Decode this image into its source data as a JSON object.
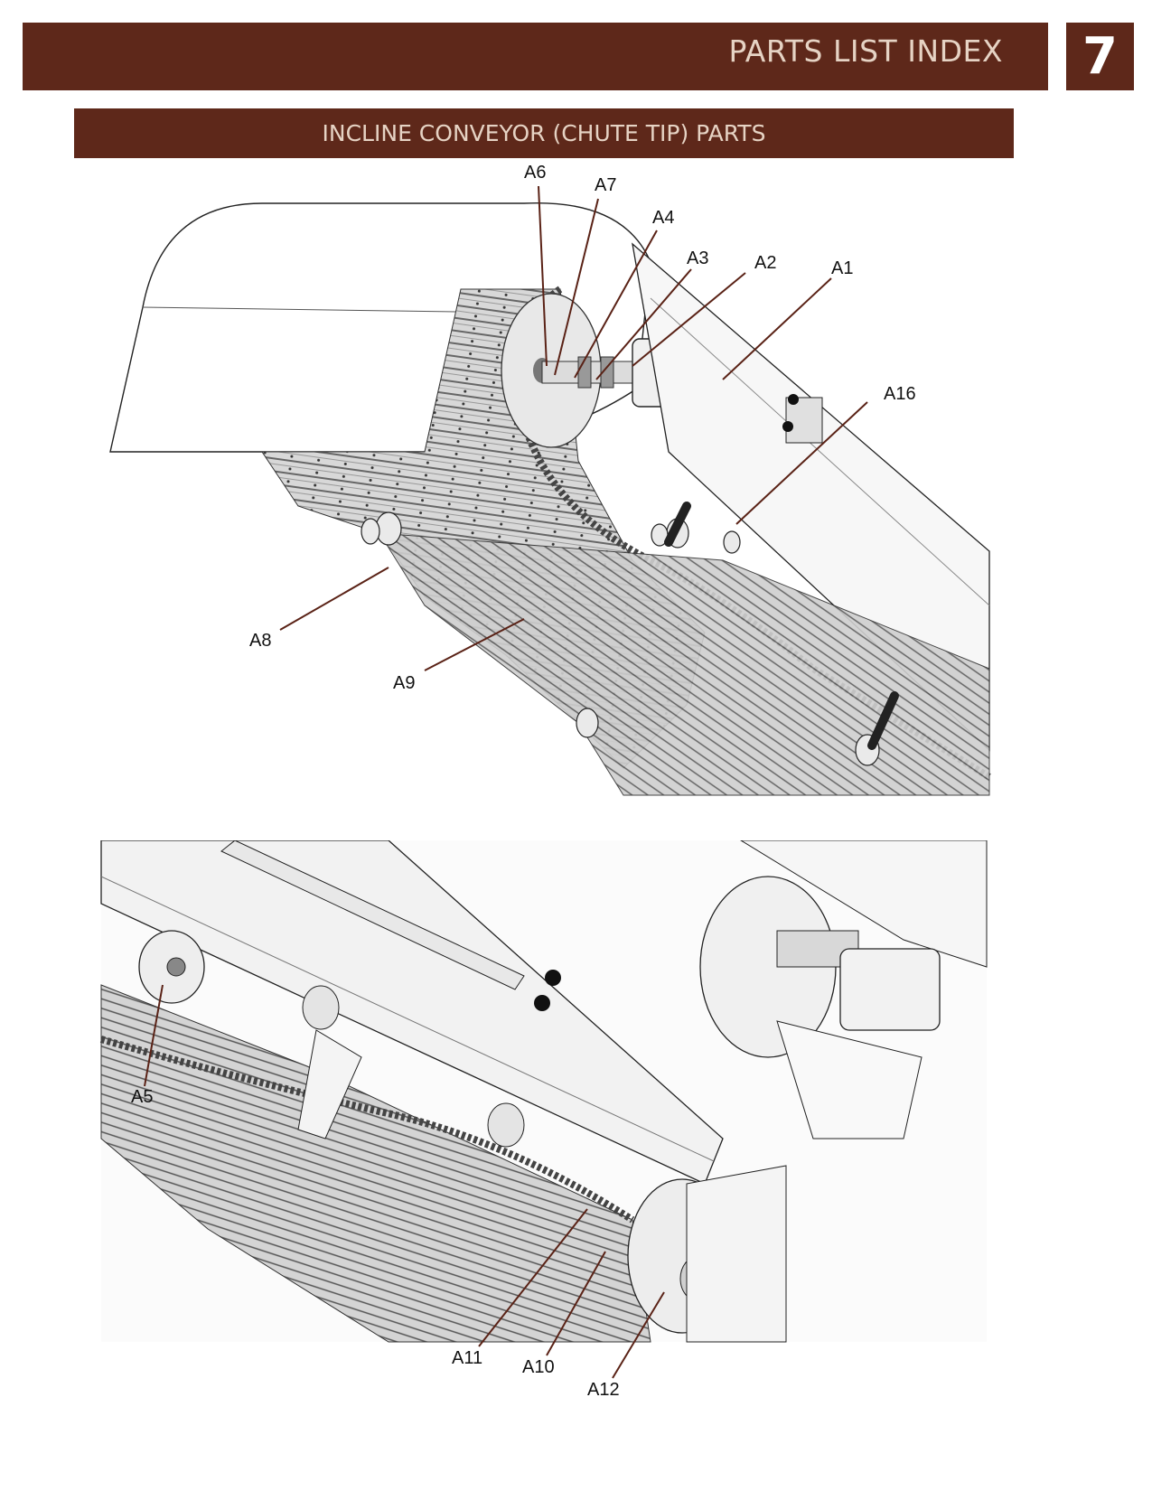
{
  "header": {
    "title": "PARTS LIST INDEX",
    "page_number": "7"
  },
  "section": {
    "title": "INCLINE CONVEYOR (CHUTE TIP) PARTS"
  },
  "figure_top": {
    "callouts": [
      "A6",
      "A7",
      "A4",
      "A3",
      "A2",
      "A1",
      "A16",
      "A8",
      "A9"
    ]
  },
  "figure_bottom": {
    "callouts": [
      "A5",
      "A11",
      "A10",
      "A12"
    ]
  },
  "colors": {
    "brand": "#5e281a",
    "header_text": "#e6d3c4",
    "leader": "#5a2216"
  }
}
